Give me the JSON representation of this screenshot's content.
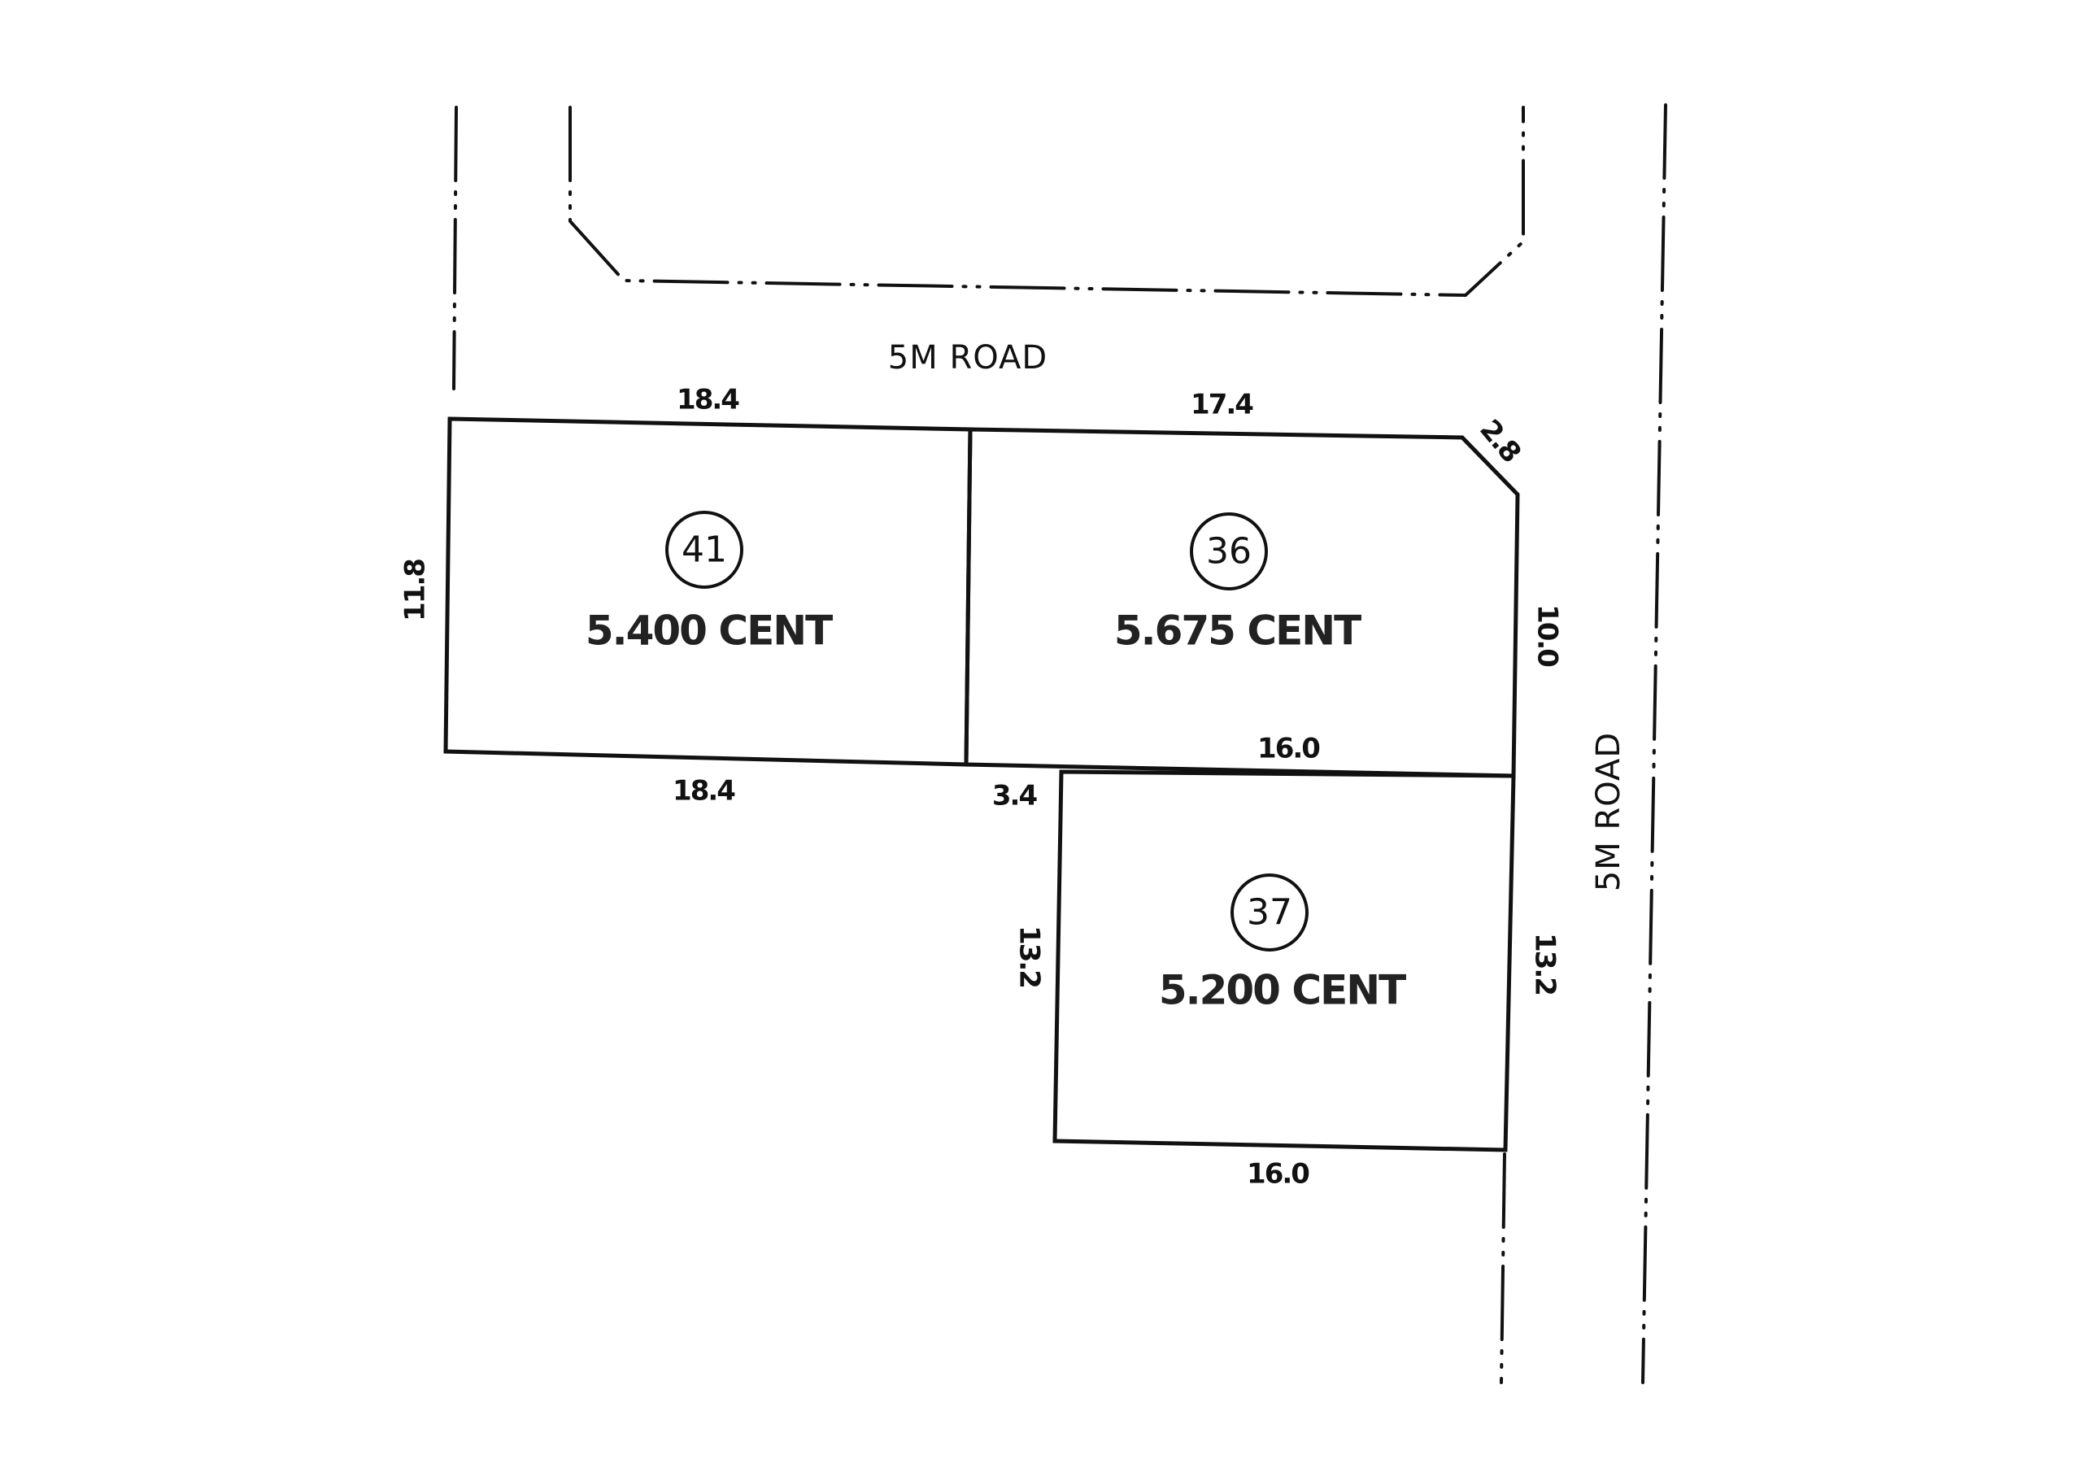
{
  "roads": {
    "top": "5M ROAD",
    "right": "5M ROAD"
  },
  "plots": [
    {
      "number": "41",
      "area": "5.400 CENT"
    },
    {
      "number": "36",
      "area": "5.675 CENT"
    },
    {
      "number": "37",
      "area": "5.200 CENT"
    }
  ],
  "dimensions": {
    "p41_top": "18.4",
    "p41_left": "11.8",
    "p41_bottom": "18.4",
    "p36_top": "17.4",
    "p36_chamfer": "2.8",
    "p36_right": "10.0",
    "p36_bottom": "16.0",
    "offset": "3.4",
    "p37_left": "13.2",
    "p37_right": "13.2",
    "p37_bottom": "16.0"
  }
}
